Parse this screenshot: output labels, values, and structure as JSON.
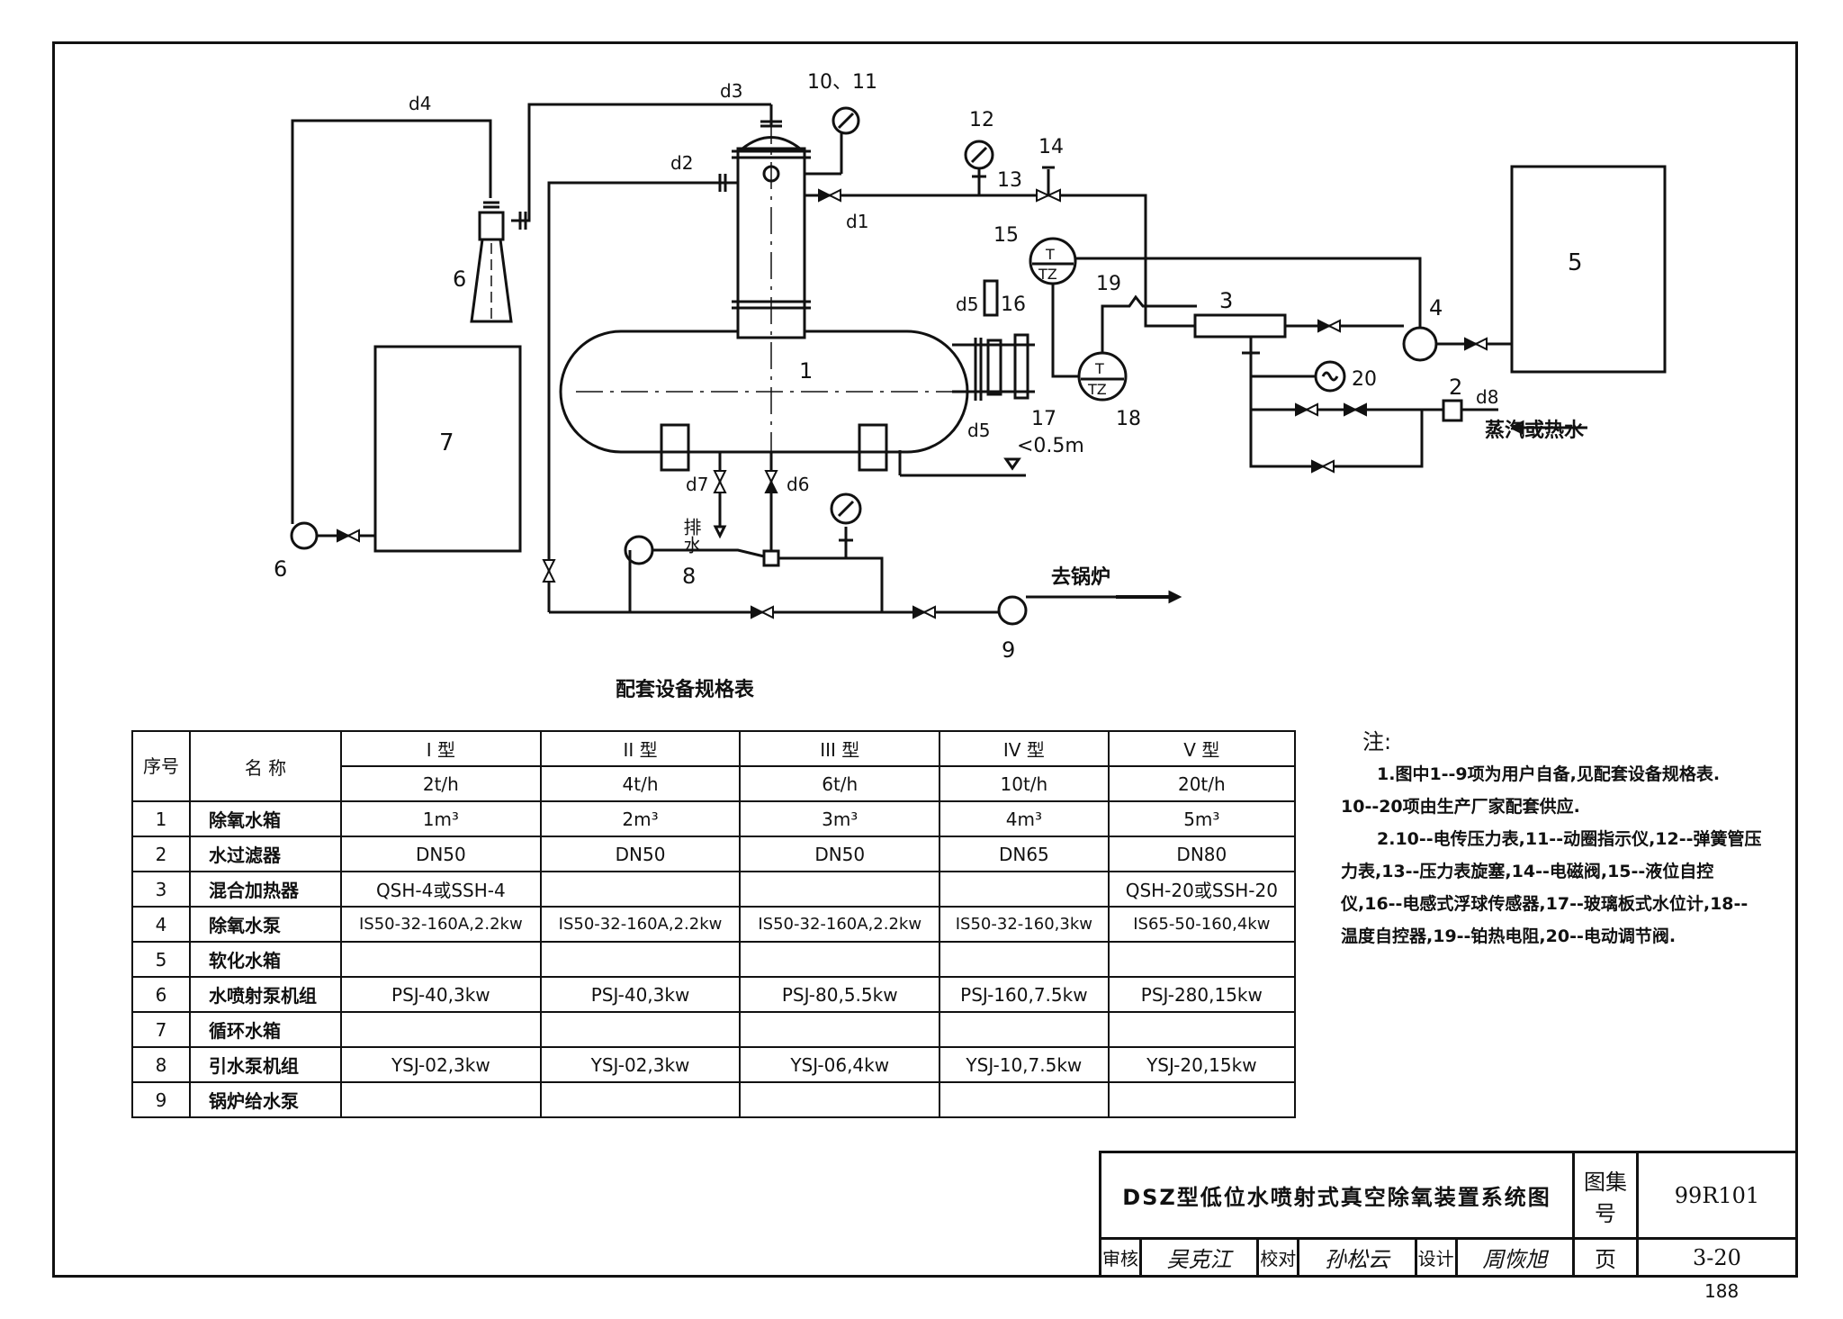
{
  "diagram": {
    "labels": {
      "d1": "d1",
      "d2": "d2",
      "d3": "d3",
      "d4": "d4",
      "d5a": "d5",
      "d5b": "d5",
      "d6": "d6",
      "d7": "d7",
      "d8": "d8",
      "n1": "1",
      "n2": "2",
      "n3": "3",
      "n4": "4",
      "n5": "5",
      "n6a": "6",
      "n6b": "6",
      "n7": "7",
      "n8": "8",
      "n9": "9",
      "n10_11": "10、11",
      "n12": "12",
      "n13": "13",
      "n14": "14",
      "n15": "15",
      "n16": "16",
      "n17": "17",
      "n18": "18",
      "n19": "19",
      "n20": "20",
      "tz1_t": "T",
      "tz1_b": "TZ",
      "tz2_t": "T",
      "tz2_b": "TZ",
      "drain": "排水",
      "level": "<0.5m",
      "to_boiler": "去锅炉",
      "steam": "蒸汽或热水"
    }
  },
  "table": {
    "title": "配套设备规格表",
    "header": {
      "seq": "序号",
      "name": "名  称",
      "types": [
        "I 型",
        "II 型",
        "III 型",
        "IV 型",
        "V 型"
      ],
      "rates": [
        "2t/h",
        "4t/h",
        "6t/h",
        "10t/h",
        "20t/h"
      ]
    },
    "rows": [
      {
        "no": "1",
        "name": "除氧水箱",
        "vals": [
          "1m³",
          "2m³",
          "3m³",
          "4m³",
          "5m³"
        ]
      },
      {
        "no": "2",
        "name": "水过滤器",
        "vals": [
          "DN50",
          "DN50",
          "DN50",
          "DN65",
          "DN80"
        ]
      },
      {
        "no": "3",
        "name": "混合加热器",
        "vals": [
          "QSH-4或SSH-4",
          "",
          "",
          "",
          "QSH-20或SSH-20"
        ]
      },
      {
        "no": "4",
        "name": "除氧水泵",
        "vals": [
          "IS50-32-160A,2.2kw",
          "IS50-32-160A,2.2kw",
          "IS50-32-160A,2.2kw",
          "IS50-32-160,3kw",
          "IS65-50-160,4kw"
        ]
      },
      {
        "no": "5",
        "name": "软化水箱",
        "vals": [
          "",
          "",
          "",
          "",
          ""
        ]
      },
      {
        "no": "6",
        "name": "水喷射泵机组",
        "vals": [
          "PSJ-40,3kw",
          "PSJ-40,3kw",
          "PSJ-80,5.5kw",
          "PSJ-160,7.5kw",
          "PSJ-280,15kw"
        ]
      },
      {
        "no": "7",
        "name": "循环水箱",
        "vals": [
          "",
          "",
          "",
          "",
          ""
        ]
      },
      {
        "no": "8",
        "name": "引水泵机组",
        "vals": [
          "YSJ-02,3kw",
          "YSJ-02,3kw",
          "YSJ-06,4kw",
          "YSJ-10,7.5kw",
          "YSJ-20,15kw"
        ]
      },
      {
        "no": "9",
        "name": "锅炉给水泵",
        "vals": [
          "",
          "",
          "",
          "",
          ""
        ]
      }
    ]
  },
  "notes": {
    "head": "注:",
    "n1a": "1.图中1--9项为用户自备,见配套设备规格表.",
    "n1b": "10--20项由生产厂家配套供应.",
    "n2": "2.10--电传压力表,11--动圈指示仪,12--弹簧管压力表,13--压力表旋塞,14--电磁阀,15--液位自控仪,16--电感式浮球传感器,17--玻璃板式水位计,18--温度自控器,19--铂热电阻,20--电动调节阀."
  },
  "titleblock": {
    "name": "DSZ型低位水喷射式真空除氧装置系统图",
    "code_label": "图集号",
    "code": "99R101",
    "review_label": "审核",
    "review_sig": "吴克江",
    "check_label": "校对",
    "check_sig": "孙松云",
    "design_label": "设计",
    "design_sig": "周恢旭",
    "page_label": "页",
    "page": "3-20"
  },
  "page_number": "188"
}
